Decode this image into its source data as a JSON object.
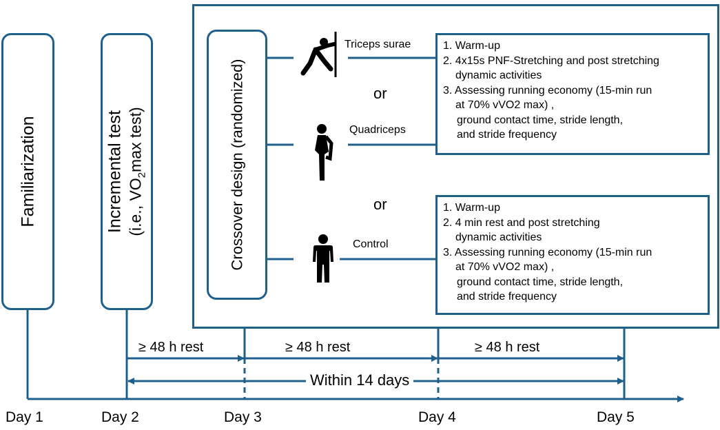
{
  "stages": {
    "familiarization": "Familiarization",
    "incremental_line1": "Incremental test",
    "incremental_line2_pre": "(i.e., VO",
    "incremental_line2_sub": "2",
    "incremental_line2_post": "max  test)",
    "crossover": "Crossover design (randomized)"
  },
  "arms": {
    "triceps": "Triceps surae",
    "quadriceps": "Quadriceps",
    "control": "Control",
    "or": "or"
  },
  "protocol_stretch": [
    "1. Warm-up",
    "2. 4x15s PNF-Stretching and post stretching",
    "dynamic activities",
    "3. Assessing running economy (15-min run",
    "at 70% vVO2 max) ,",
    "ground contact time, stride length,",
    "and stride frequency"
  ],
  "protocol_control": [
    "1. Warm-up",
    "2. 4 min rest and post stretching",
    "dynamic activities",
    "3. Assessing running economy (15-min run",
    "at 70% vVO2 max) ,",
    "ground contact time, stride length,",
    "and stride frequency"
  ],
  "timeline": {
    "rest": "≥ 48 h rest",
    "within": "Within 14 days",
    "days": [
      "Day 1",
      "Day 2",
      "Day 3",
      "Day 4",
      "Day 5"
    ]
  },
  "colors": {
    "line": "#1f5f8b",
    "figure": "#000000"
  },
  "icons": [
    "stretching-triceps-icon",
    "stretching-quadriceps-icon",
    "standing-person-icon"
  ]
}
